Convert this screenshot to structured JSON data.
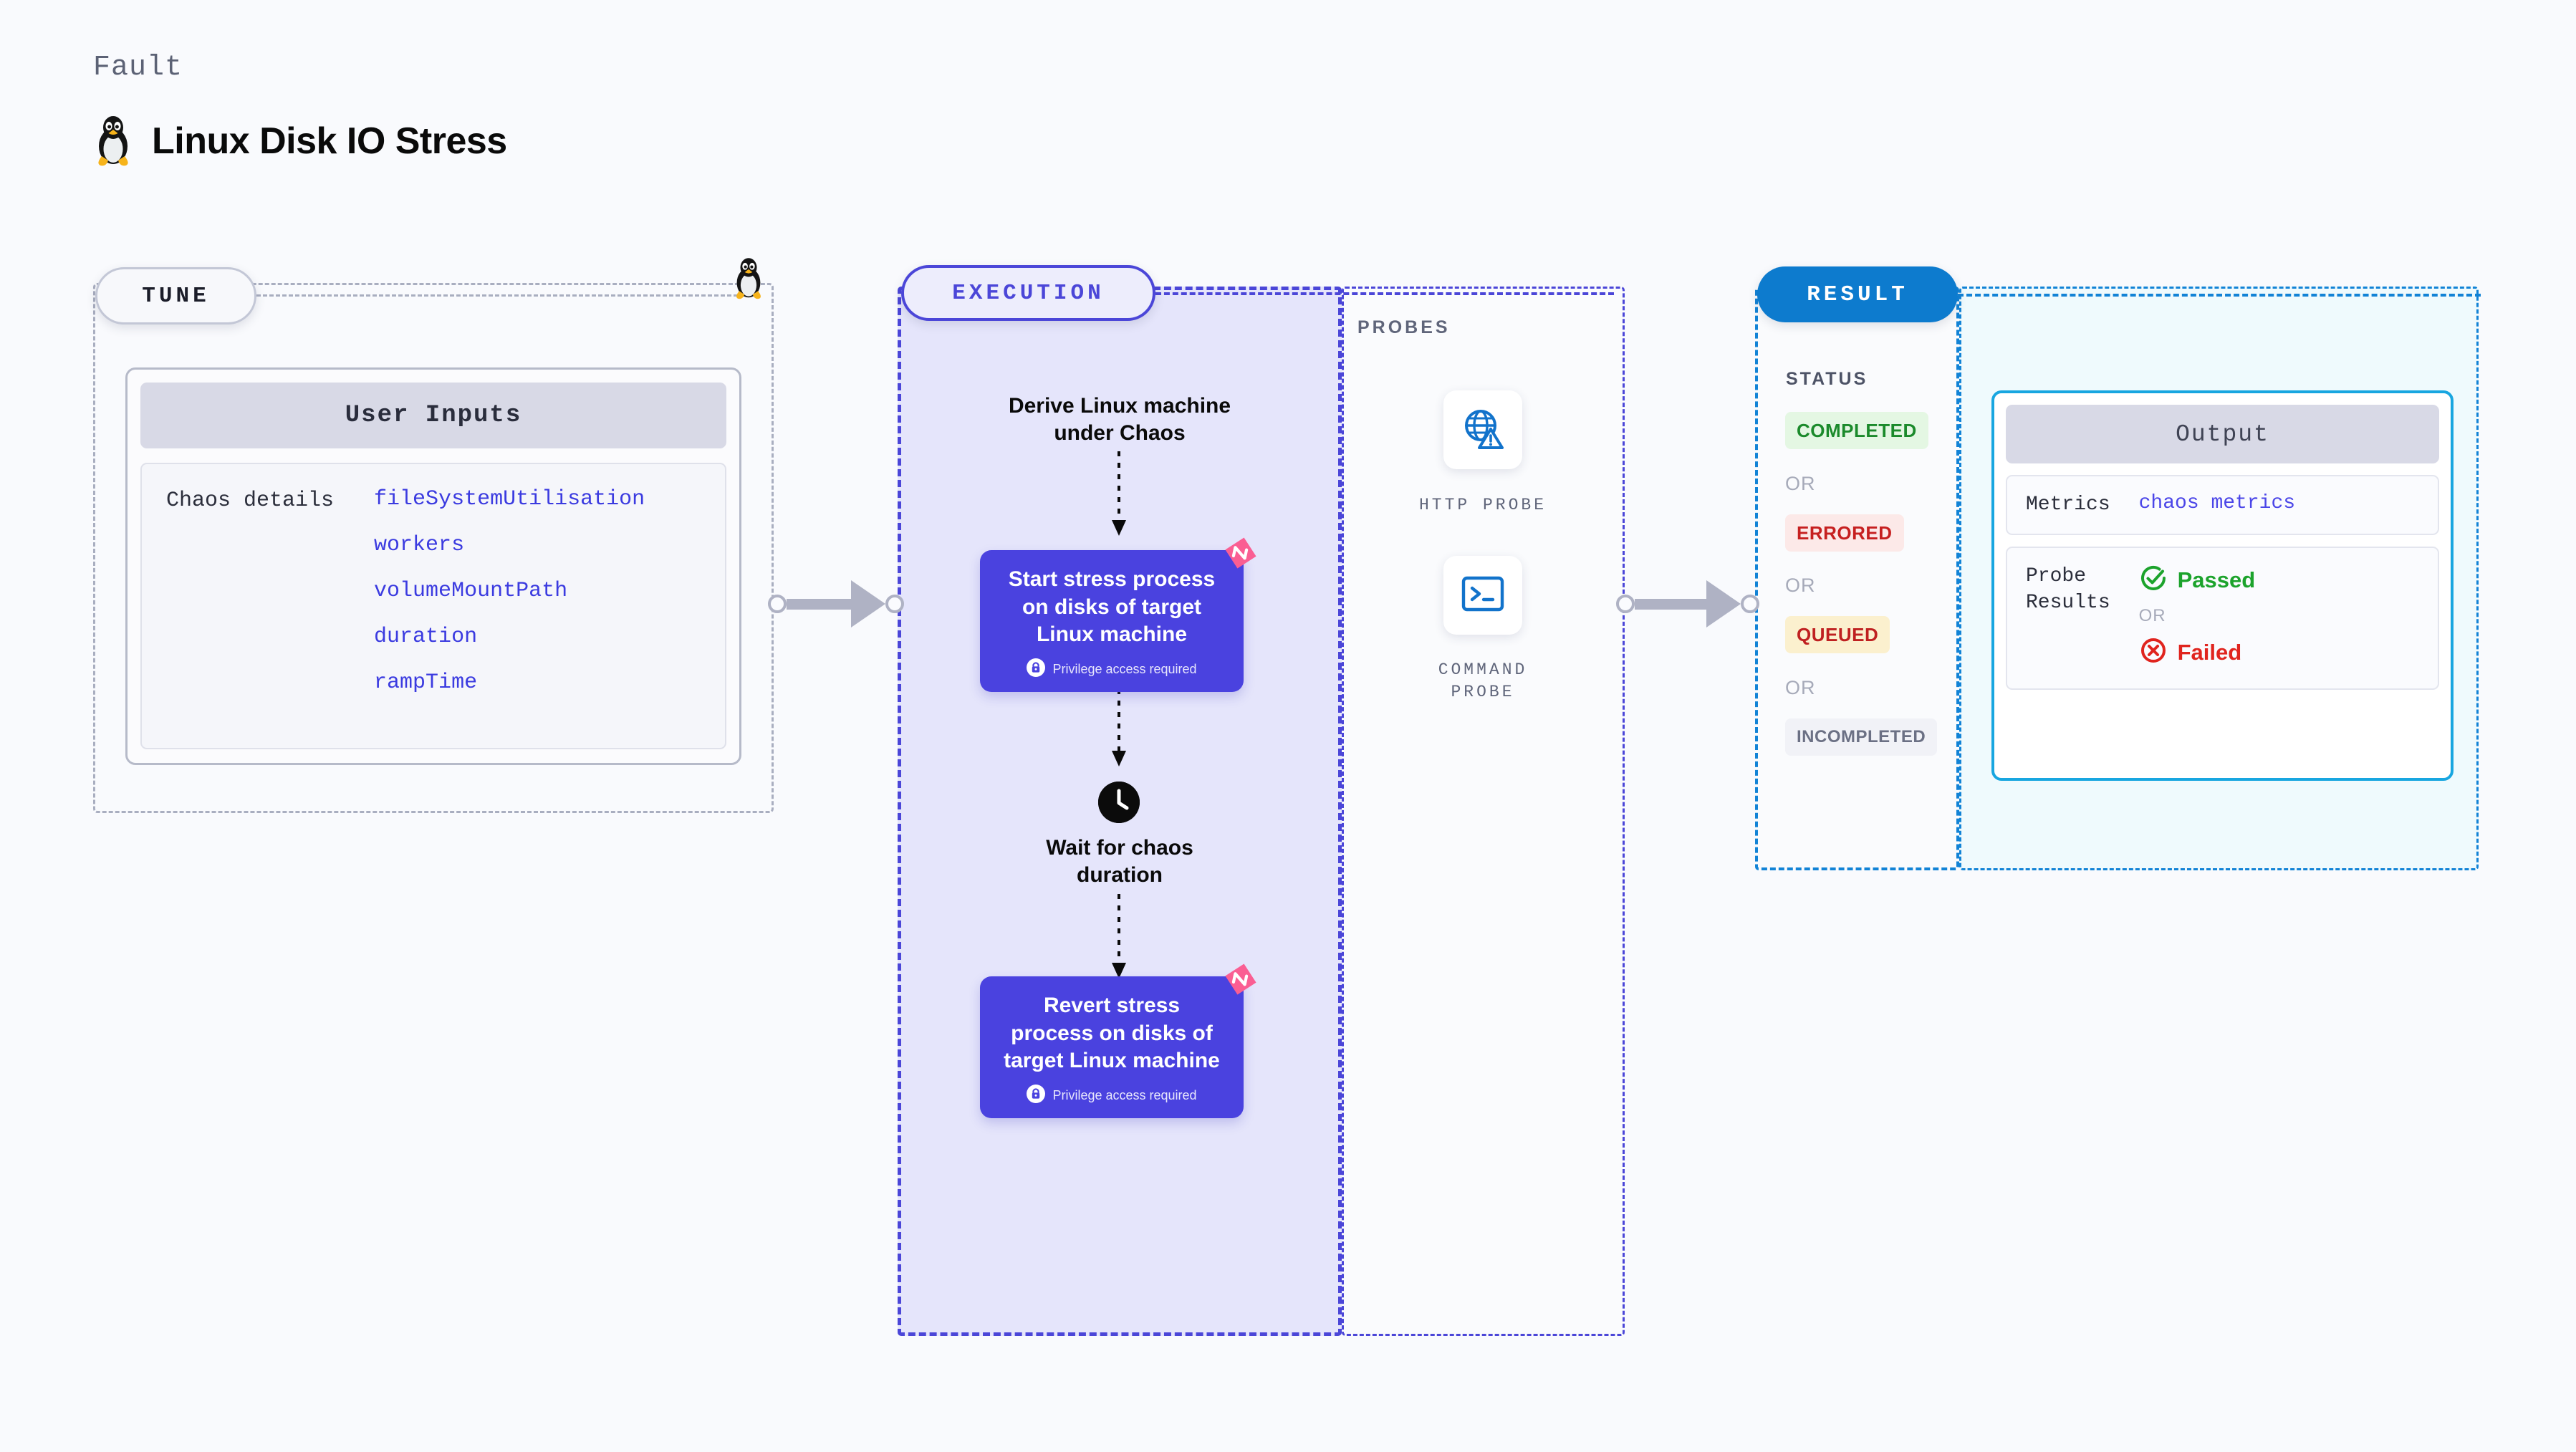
{
  "header": {
    "eyebrow": "Fault",
    "title": "Linux Disk IO Stress",
    "icon": "linux-tux-icon"
  },
  "tune": {
    "badge": "TUNE",
    "card_title": "User Inputs",
    "inputs_label": "Chaos details",
    "inputs": [
      "fileSystemUtilisation",
      "workers",
      "volumeMountPath",
      "duration",
      "rampTime"
    ]
  },
  "execution": {
    "badge": "EXECUTION",
    "step_derive": "Derive Linux machine\nunder Chaos",
    "step_start_title": "Start stress process\non disks of target\nLinux machine",
    "step_start_note": "Privilege access required",
    "wait_label": "Wait for chaos\nduration",
    "step_revert_title": "Revert stress\nprocess on disks of\ntarget Linux machine",
    "step_revert_note": "Privilege access required"
  },
  "probes": {
    "label": "PROBES",
    "items": [
      {
        "caption": "HTTP PROBE",
        "icon": "globe-warning-icon"
      },
      {
        "caption": "COMMAND\nPROBE",
        "icon": "terminal-icon"
      }
    ]
  },
  "result": {
    "badge": "RESULT",
    "status_label": "STATUS",
    "or_label": "OR",
    "statuses": [
      {
        "label": "COMPLETED",
        "color": "#1B8A2B",
        "bg": "#E4F7E3"
      },
      {
        "label": "ERRORED",
        "color": "#C62020",
        "bg": "#FCE9E8"
      },
      {
        "label": "QUEUED",
        "color": "#BF2020",
        "bg": "#FBF0CE"
      },
      {
        "label": "INCOMPLETED",
        "color": "#6B7084",
        "bg": "#F1F2F7"
      }
    ],
    "output": {
      "title": "Output",
      "metrics_key": "Metrics",
      "metrics_value": "chaos metrics",
      "probe_key": "Probe\nResults",
      "passed": "Passed",
      "failed": "Failed",
      "or_label": "OR",
      "passed_color": "#1CA32C",
      "failed_color": "#E0241E"
    }
  },
  "theme": {
    "background": "#F9FAFD",
    "execution_fill": "#E5E5FB",
    "execution_border": "#4B46D8",
    "result_border": "#1283D6",
    "result_badge": "#0D7BCE",
    "card_blue": "#4A42DF",
    "litmus_pink": "#FA5E93",
    "tune_border": "#A9AEC0"
  }
}
